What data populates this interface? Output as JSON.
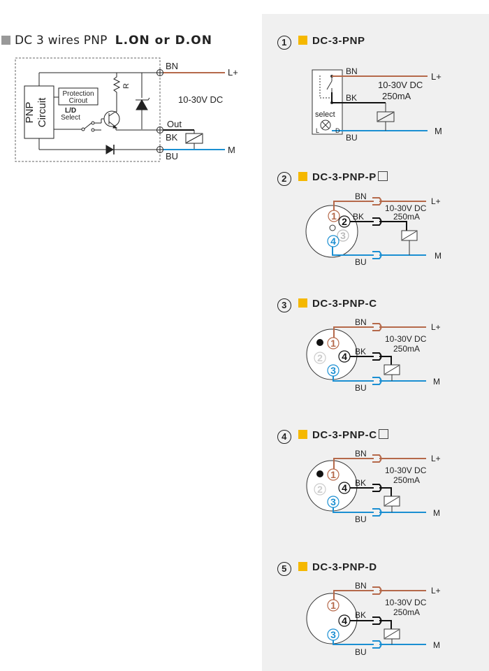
{
  "left": {
    "title_prefix": "DC 3 wires PNP",
    "title_modes": "L.ON  or  D.ON",
    "pnp_circuit": [
      "PNP",
      "Circuit"
    ],
    "protection": [
      "Protection",
      "Cirout"
    ],
    "select": [
      "L/D",
      "Select"
    ],
    "resistor": "R",
    "bn": "BN",
    "out": "Out",
    "bk": "BK",
    "bu": "BU",
    "lplus": "L+",
    "m": "M",
    "voltage": "10-30V DC"
  },
  "sections": [
    {
      "num": "1",
      "label": "DC-3-PNP",
      "box": false
    },
    {
      "num": "2",
      "label": "DC-3-PNP-P",
      "box": true
    },
    {
      "num": "3",
      "label": "DC-3-PNP-C",
      "box": false
    },
    {
      "num": "4",
      "label": "DC-3-PNP-C",
      "box": true
    },
    {
      "num": "5",
      "label": "DC-3-PNP-D",
      "box": false
    }
  ],
  "common": {
    "bn": "BN",
    "bk": "BK",
    "bu": "BU",
    "lplus": "L+",
    "m": "M",
    "voltage": "10-30V DC",
    "current": "250mA"
  },
  "d1": {
    "select": "select",
    "l": "L",
    "d": "D"
  },
  "d2": {
    "pins": [
      "1",
      "2",
      "3",
      "4"
    ]
  },
  "d3": {
    "pins": [
      "1",
      "2",
      "4",
      "3"
    ]
  },
  "d4": {
    "pins": [
      "1",
      "2",
      "4",
      "3"
    ]
  },
  "d5": {
    "pins": [
      "1",
      "4",
      "3"
    ]
  },
  "colors": {
    "brown": "#b5694a",
    "black": "#111111",
    "blue": "#1b8fd2",
    "yellow": "#f5b800",
    "gray": "#999999"
  }
}
